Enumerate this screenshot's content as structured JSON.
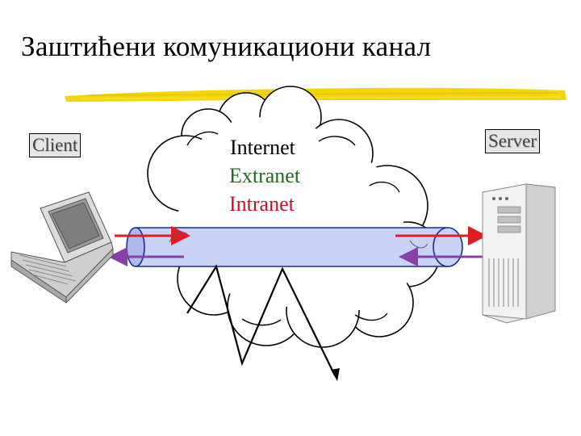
{
  "title": "Заштићени комуникациони канал",
  "client_label": "Client",
  "server_label": "Server",
  "network_types": {
    "internet": "Internet",
    "extranet": "Extranet",
    "intranet": "Intranet"
  },
  "colors": {
    "tunnel_fill": "#c9d3f7",
    "tunnel_stroke": "#1a2c8c",
    "arrow_red": "#e31b23",
    "arrow_purple": "#8a3fa6",
    "extranet_text": "#1f6a1f",
    "intranet_text": "#c8102e",
    "underline": "#f1d400"
  }
}
